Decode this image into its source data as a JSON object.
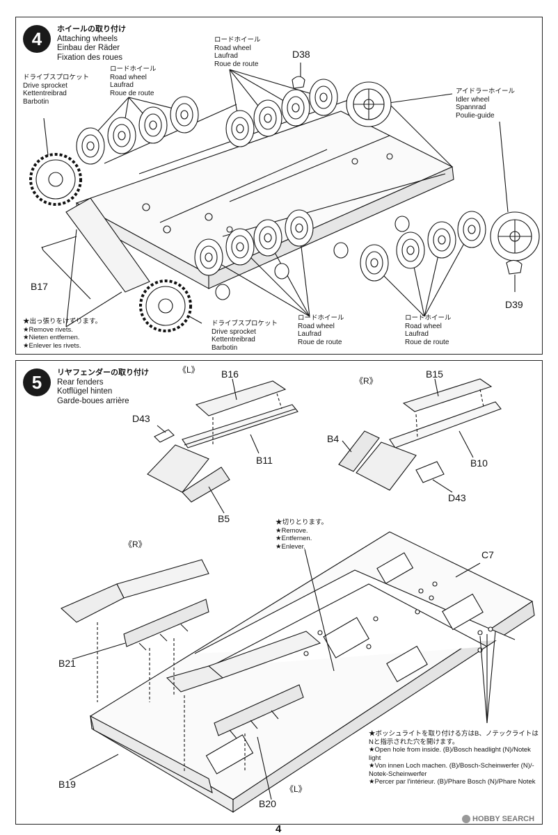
{
  "step4": {
    "number": "4",
    "title_jp": "ホイールの取り付け",
    "title_en": "Attaching wheels",
    "title_de": "Einbau der Räder",
    "title_fr": "Fixation des roues",
    "drive_sprocket_top": {
      "jp": "ドライブスプロケット",
      "en": "Drive sprocket",
      "de": "Kettentreibrad",
      "fr": "Barbotin"
    },
    "road_wheel_left": {
      "jp": "ロードホイール",
      "en": "Road wheel",
      "de": "Laufrad",
      "fr": "Roue de route"
    },
    "road_wheel_mid": {
      "jp": "ロードホイール",
      "en": "Road wheel",
      "de": "Laufrad",
      "fr": "Roue de route"
    },
    "idler_wheel": {
      "jp": "アイドラーホイール",
      "en": "Idler wheel",
      "de": "Spannrad",
      "fr": "Poulie-guide"
    },
    "road_wheel_bottom_mid": {
      "jp": "ロードホイール",
      "en": "Road wheel",
      "de": "Laufrad",
      "fr": "Roue de route"
    },
    "road_wheel_bottom_right": {
      "jp": "ロードホイール",
      "en": "Road wheel",
      "de": "Laufrad",
      "fr": "Roue de route"
    },
    "drive_sprocket_bottom": {
      "jp": "ドライブスプロケット",
      "en": "Drive sprocket",
      "de": "Kettentreibrad",
      "fr": "Barbotin"
    },
    "parts": {
      "d38": "D38",
      "d39": "D39",
      "b17": "B17"
    },
    "rivet_note": {
      "jp": "★出っ張りをけずります。",
      "en": "★Remove rivets.",
      "de": "★Nieten entfernen.",
      "fr": "★Enlever les rivets."
    }
  },
  "step5": {
    "number": "5",
    "title_jp": "リヤフェンダーの取り付け",
    "title_en": "Rear fenders",
    "title_de": "Kotflügel hinten",
    "title_fr": "Garde-boues arrière",
    "side_l_top": "《L》",
    "side_r_top": "《R》",
    "side_r_mid": "《R》",
    "side_l_bottom": "《L》",
    "parts": {
      "b16": "B16",
      "d43_left": "D43",
      "b11": "B11",
      "b5": "B5",
      "b15": "B15",
      "b4": "B4",
      "b10": "B10",
      "d43_right": "D43",
      "c7": "C7",
      "b21": "B21",
      "b19": "B19",
      "b20": "B20"
    },
    "remove_note": {
      "jp": "★切りとります。",
      "en": "★Remove.",
      "de": "★Entfernen.",
      "fr": "★Enlever."
    },
    "bosch_note": {
      "jp": "★ボッシュライトを取り付ける方はB、ノテックライトはNと指示された穴を開けます。",
      "en": "★Open hole from inside. (B)/Bosch headlight (N)/Notek light",
      "de": "★Von innen Loch machen. (B)/Bosch-Scheinwerfer (N)/-Notek-Scheinwerfer",
      "fr": "★Percer par l'intérieur. (B)/Phare Bosch (N)/Phare Notek"
    }
  },
  "page_number": "4",
  "watermark": "HOBBY SEARCH"
}
